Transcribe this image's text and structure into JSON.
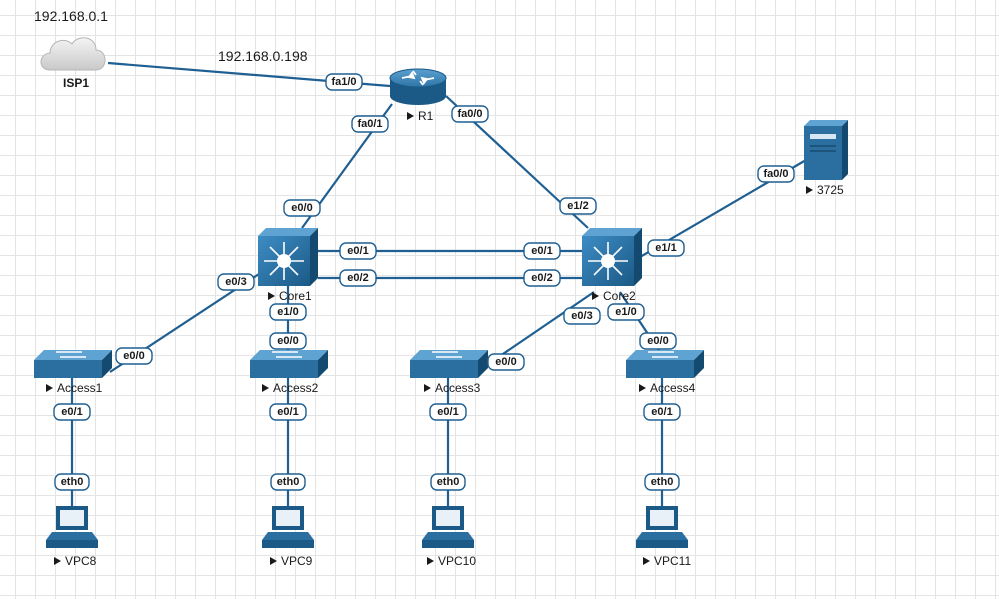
{
  "annotations": {
    "isp_ip": "192.168.0.1",
    "r1_wan_ip": "192.168.0.198"
  },
  "nodes": {
    "isp1": "ISP1",
    "r1": "R1",
    "core1": "Core1",
    "core2": "Core2",
    "server": "3725",
    "access1": "Access1",
    "access2": "Access2",
    "access3": "Access3",
    "access4": "Access4",
    "vpc8": "VPC8",
    "vpc9": "VPC9",
    "vpc10": "VPC10",
    "vpc11": "VPC11"
  },
  "ports": {
    "r1_fa10": "fa1/0",
    "r1_fa01": "fa0/1",
    "r1_fa00": "fa0/0",
    "core1_e00": "e0/0",
    "core1_e01": "e0/1",
    "core1_e02": "e0/2",
    "core1_e03": "e0/3",
    "core1_e10": "e1/0",
    "core2_e12": "e1/2",
    "core2_e01": "e0/1",
    "core2_e02": "e0/2",
    "core2_e03": "e0/3",
    "core2_e10": "e1/0",
    "core2_e11": "e1/1",
    "server_fa00": "fa0/0",
    "access1_e00": "e0/0",
    "access1_e01": "e0/1",
    "access2_e00": "e0/0",
    "access2_e01": "e0/1",
    "access3_e00": "e0/0",
    "access3_e01": "e0/1",
    "access4_e00": "e0/0",
    "access4_e01": "e0/1",
    "vpc8_eth0": "eth0",
    "vpc9_eth0": "eth0",
    "vpc10_eth0": "eth0",
    "vpc11_eth0": "eth0"
  },
  "colors": {
    "link": "#1f5f91",
    "device_dark": "#1b5a86",
    "device_light": "#3a84b8",
    "cloud": "#d8d8d8"
  }
}
